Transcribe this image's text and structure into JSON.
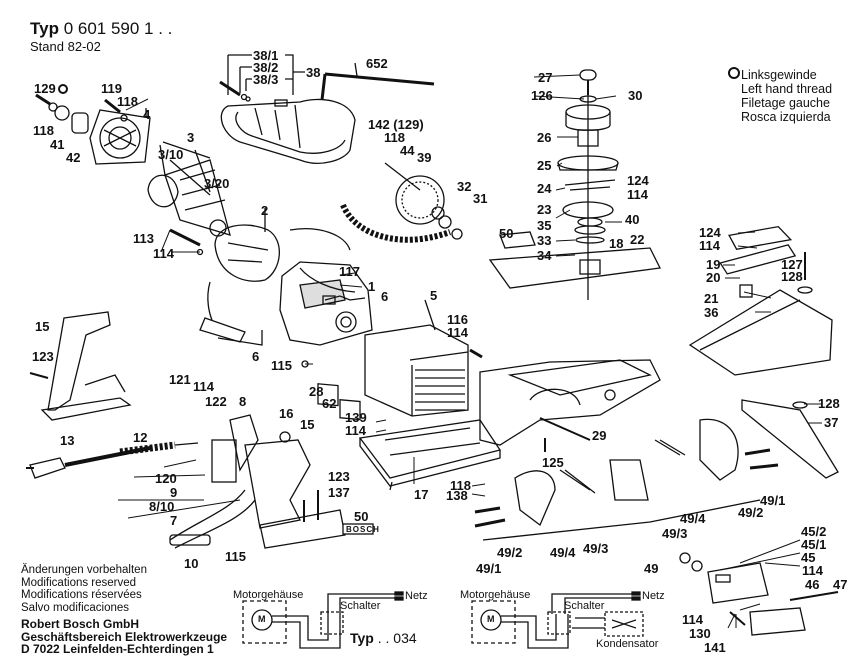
{
  "header": {
    "typ_prefix": "Typ",
    "part_number": "0 601 590 1 . .",
    "stand": "Stand 82-02"
  },
  "legend": {
    "symbol": "left-hand-thread-marker-icon",
    "lines": [
      "Linksgewinde",
      "Left hand thread",
      "Filetage gauche",
      "Rosca izquierda"
    ]
  },
  "callouts": [
    {
      "id": "38/1",
      "text": "38/1"
    },
    {
      "id": "38/2",
      "text": "38/2"
    },
    {
      "id": "38/3",
      "text": "38/3"
    },
    {
      "id": "38",
      "text": "38"
    },
    {
      "id": "652",
      "text": "652"
    },
    {
      "id": "129",
      "text": "129"
    },
    {
      "id": "118a",
      "text": "118"
    },
    {
      "id": "41",
      "text": "41"
    },
    {
      "id": "42",
      "text": "42"
    },
    {
      "id": "119",
      "text": "119"
    },
    {
      "id": "118b",
      "text": "118"
    },
    {
      "id": "4",
      "text": "4"
    },
    {
      "id": "3",
      "text": "3"
    },
    {
      "id": "3/10",
      "text": "3/10"
    },
    {
      "id": "3/20",
      "text": "3/20"
    },
    {
      "id": "142",
      "text": "142 (129)"
    },
    {
      "id": "118c",
      "text": "118"
    },
    {
      "id": "44",
      "text": "44"
    },
    {
      "id": "39",
      "text": "39"
    },
    {
      "id": "32",
      "text": "32"
    },
    {
      "id": "31",
      "text": "31"
    },
    {
      "id": "27",
      "text": "27"
    },
    {
      "id": "126",
      "text": "126"
    },
    {
      "id": "30",
      "text": "30"
    },
    {
      "id": "26",
      "text": "26"
    },
    {
      "id": "25",
      "text": "25"
    },
    {
      "id": "24",
      "text": "24"
    },
    {
      "id": "124a",
      "text": "124"
    },
    {
      "id": "114a",
      "text": "114"
    },
    {
      "id": "23",
      "text": "23"
    },
    {
      "id": "40",
      "text": "40"
    },
    {
      "id": "35",
      "text": "35"
    },
    {
      "id": "33",
      "text": "33"
    },
    {
      "id": "34",
      "text": "34"
    },
    {
      "id": "18",
      "text": "18"
    },
    {
      "id": "22",
      "text": "22"
    },
    {
      "id": "50a",
      "text": "50"
    },
    {
      "id": "2",
      "text": "2"
    },
    {
      "id": "113",
      "text": "113"
    },
    {
      "id": "114b",
      "text": "114"
    },
    {
      "id": "117",
      "text": "117"
    },
    {
      "id": "1",
      "text": "1"
    },
    {
      "id": "6a",
      "text": "6"
    },
    {
      "id": "5",
      "text": "5"
    },
    {
      "id": "116",
      "text": "116"
    },
    {
      "id": "114c",
      "text": "114"
    },
    {
      "id": "6b",
      "text": "6"
    },
    {
      "id": "115a",
      "text": "115"
    },
    {
      "id": "28",
      "text": "28"
    },
    {
      "id": "62",
      "text": "62"
    },
    {
      "id": "139",
      "text": "139"
    },
    {
      "id": "114d",
      "text": "114"
    },
    {
      "id": "124b",
      "text": "124"
    },
    {
      "id": "114e",
      "text": "114"
    },
    {
      "id": "19",
      "text": "19"
    },
    {
      "id": "20",
      "text": "20"
    },
    {
      "id": "127",
      "text": "127"
    },
    {
      "id": "128a",
      "text": "128"
    },
    {
      "id": "21",
      "text": "21"
    },
    {
      "id": "36",
      "text": "36"
    },
    {
      "id": "15a",
      "text": "15"
    },
    {
      "id": "123a",
      "text": "123"
    },
    {
      "id": "121",
      "text": "121"
    },
    {
      "id": "114f",
      "text": "114"
    },
    {
      "id": "122",
      "text": "122"
    },
    {
      "id": "8",
      "text": "8"
    },
    {
      "id": "16",
      "text": "16"
    },
    {
      "id": "15b",
      "text": "15"
    },
    {
      "id": "13",
      "text": "13"
    },
    {
      "id": "12",
      "text": "12"
    },
    {
      "id": "120",
      "text": "120"
    },
    {
      "id": "9",
      "text": "9"
    },
    {
      "id": "8/10",
      "text": "8/10"
    },
    {
      "id": "7",
      "text": "7"
    },
    {
      "id": "10",
      "text": "10"
    },
    {
      "id": "115b",
      "text": "115"
    },
    {
      "id": "123b",
      "text": "123"
    },
    {
      "id": "137",
      "text": "137"
    },
    {
      "id": "50b",
      "text": "50"
    },
    {
      "id": "17",
      "text": "17"
    },
    {
      "id": "118d",
      "text": "118"
    },
    {
      "id": "138",
      "text": "138"
    },
    {
      "id": "125",
      "text": "125"
    },
    {
      "id": "29",
      "text": "29"
    },
    {
      "id": "128b",
      "text": "128"
    },
    {
      "id": "37",
      "text": "37"
    },
    {
      "id": "49/1a",
      "text": "49/1"
    },
    {
      "id": "49/2a",
      "text": "49/2"
    },
    {
      "id": "49/4a",
      "text": "49/4"
    },
    {
      "id": "49/3a",
      "text": "49/3"
    },
    {
      "id": "49",
      "text": "49"
    },
    {
      "id": "49/3b",
      "text": "49/3"
    },
    {
      "id": "49/4b",
      "text": "49/4"
    },
    {
      "id": "49/2b",
      "text": "49/2"
    },
    {
      "id": "49/1b",
      "text": "49/1"
    },
    {
      "id": "45/2",
      "text": "45/2"
    },
    {
      "id": "45/1",
      "text": "45/1"
    },
    {
      "id": "45",
      "text": "45"
    },
    {
      "id": "114g",
      "text": "114"
    },
    {
      "id": "46",
      "text": "46"
    },
    {
      "id": "47",
      "text": "47"
    },
    {
      "id": "114h",
      "text": "114"
    },
    {
      "id": "130",
      "text": "130"
    },
    {
      "id": "141",
      "text": "141"
    }
  ],
  "footer_notes": {
    "modifications": [
      "Änderungen vorbehalten",
      "Modifications reserved",
      "Modifications réservées",
      "Salvo modificaciones"
    ],
    "company": [
      "Robert Bosch GmbH",
      "Geschäftsbereich Elektrowerkzeuge",
      "D 7022 Leinfelden-Echterdingen 1"
    ]
  },
  "wiring": [
    {
      "motor_housing": "Motorgehäuse",
      "motor_symbol": "M",
      "switch": "Schalter",
      "mains": "Netz",
      "type_prefix": "Typ",
      "type_suffix": ". . 034"
    },
    {
      "motor_housing": "Motorgehäuse",
      "motor_symbol": "M",
      "switch": "Schalter",
      "mains": "Netz",
      "capacitor": "Kondensator"
    }
  ],
  "badge": {
    "brand": "BOSCH"
  }
}
